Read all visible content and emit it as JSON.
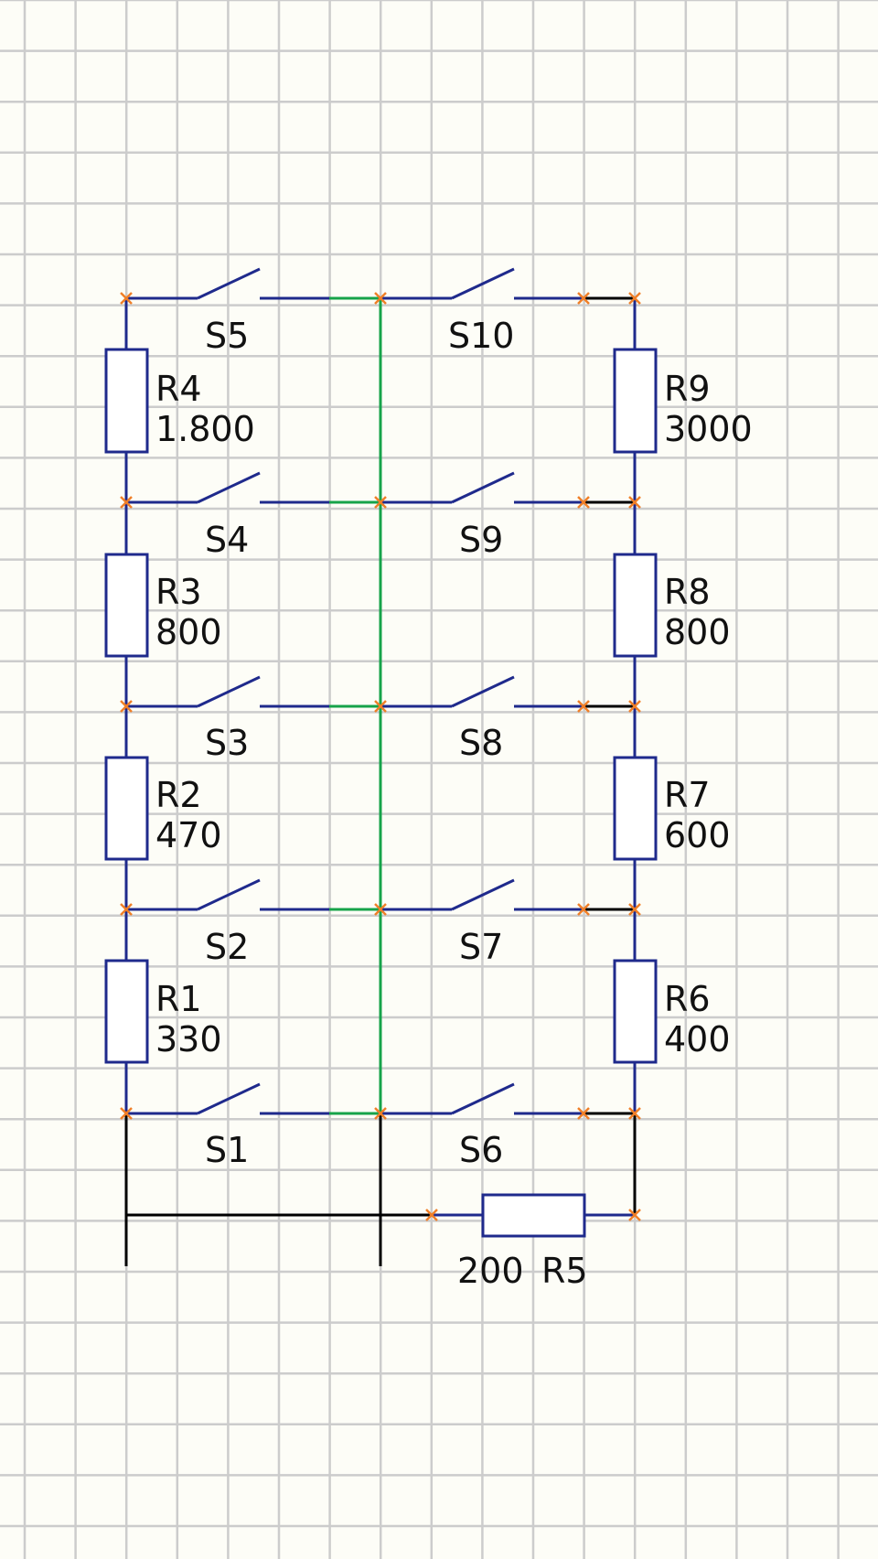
{
  "colors": {
    "background": "#fdfdf7",
    "grid": "#cccccc",
    "wire": "#1f2a8c",
    "active_bus": "#16a34a",
    "ground_wire": "#000000",
    "node_marker": "#f07f28",
    "label_text": "#111111"
  },
  "resistors": {
    "R1": {
      "name": "R1",
      "value": "330"
    },
    "R2": {
      "name": "R2",
      "value": "470"
    },
    "R3": {
      "name": "R3",
      "value": "800"
    },
    "R4": {
      "name": "R4",
      "value": "1.800"
    },
    "R5": {
      "name": "R5",
      "value": "200"
    },
    "R6": {
      "name": "R6",
      "value": "400"
    },
    "R7": {
      "name": "R7",
      "value": "600"
    },
    "R8": {
      "name": "R8",
      "value": "800"
    },
    "R9": {
      "name": "R9",
      "value": "3000"
    }
  },
  "switches": {
    "S1": "S1",
    "S2": "S2",
    "S3": "S3",
    "S4": "S4",
    "S5": "S5",
    "S6": "S6",
    "S7": "S7",
    "S8": "S8",
    "S9": "S9",
    "S10": "S10"
  }
}
